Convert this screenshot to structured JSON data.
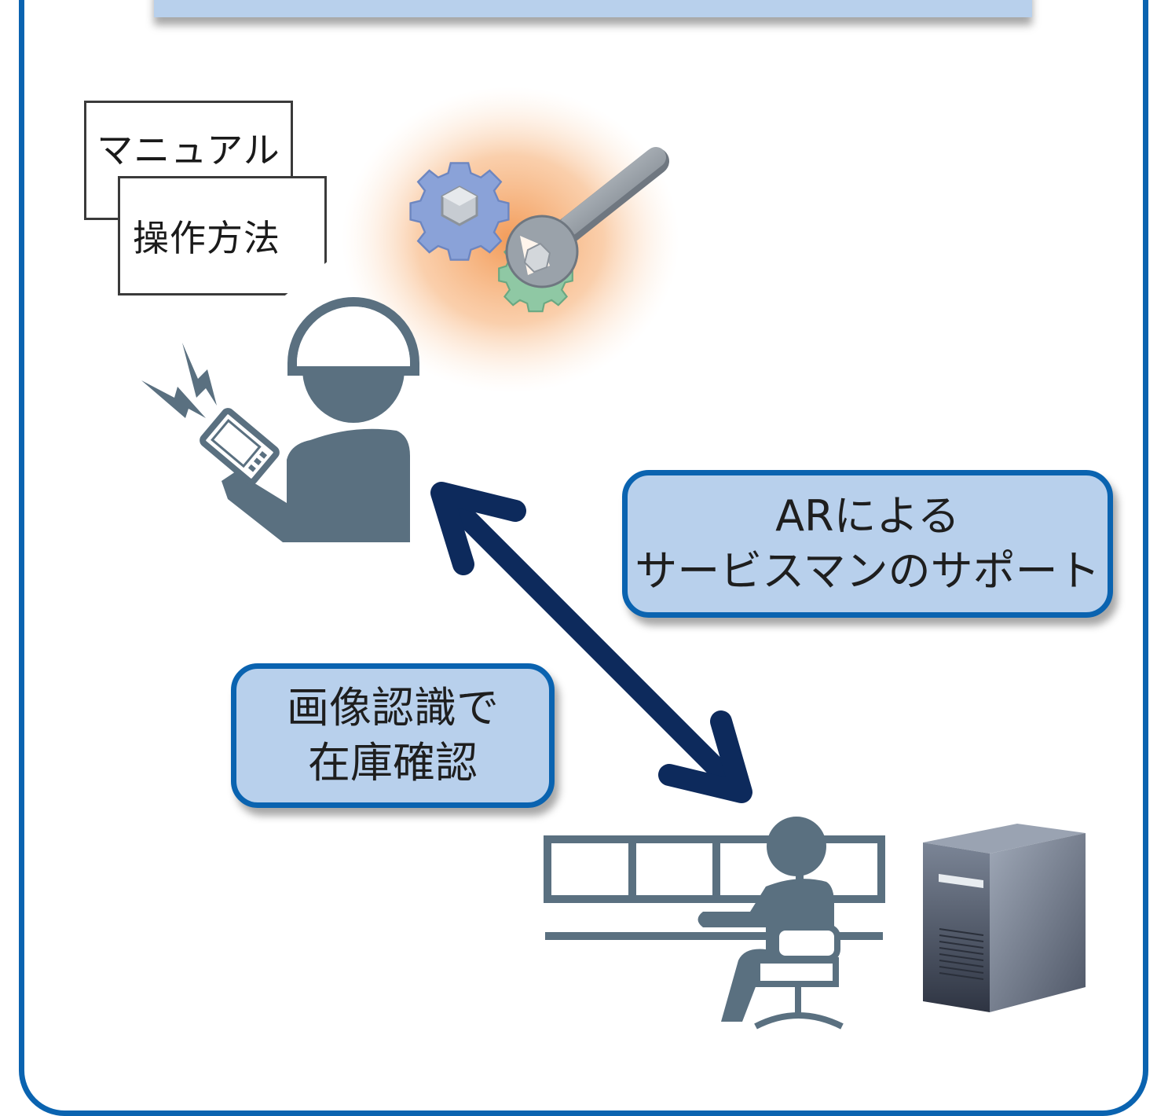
{
  "documents": {
    "manual_label": "マニュアル",
    "method_label": "操作方法"
  },
  "callouts": {
    "ar_support": {
      "line1": "ARによる",
      "line2": "サービスマンのサポート"
    },
    "inventory": {
      "line1": "画像認識で",
      "line2": "在庫確認"
    }
  },
  "icons": [
    "gear-wrench-icon",
    "field-worker-icon",
    "smartphone-icon",
    "signal-icon",
    "double-arrow-icon",
    "operator-icon",
    "server-icon"
  ],
  "colors": {
    "frame_border": "#0a63b0",
    "callout_fill": "#b8d0ec",
    "person": "#5a7080",
    "arrow": "#0d2a5c",
    "glow": "#f4a060"
  }
}
